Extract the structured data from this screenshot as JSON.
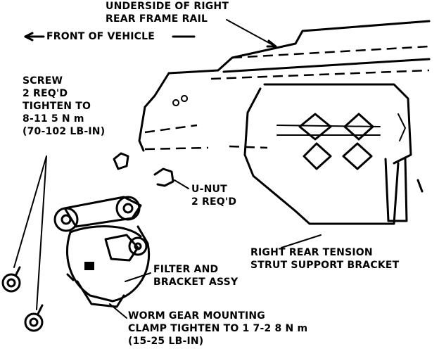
{
  "labels": {
    "frame_rail": [
      "UNDERSIDE OF RIGHT",
      "REAR FRAME RAIL"
    ],
    "front": "FRONT OF VEHICLE",
    "screw": [
      "SCREW",
      "2 REQ'D",
      "TIGHTEN TO",
      "8-11 5 N m",
      "(70-102 LB-IN)"
    ],
    "unut": [
      "U-NUT",
      "2 REQ'D"
    ],
    "strut": [
      "RIGHT REAR TENSION",
      "STRUT SUPPORT BRACKET"
    ],
    "filter": [
      "FILTER AND",
      "BRACKET ASSY"
    ],
    "clamp": [
      "WORM GEAR MOUNTING",
      "CLAMP TIGHTEN TO 1 7-2 8 N m",
      "(15-25 LB-IN)"
    ]
  },
  "colors": {
    "ink": "#000000",
    "paper": "#ffffff"
  }
}
